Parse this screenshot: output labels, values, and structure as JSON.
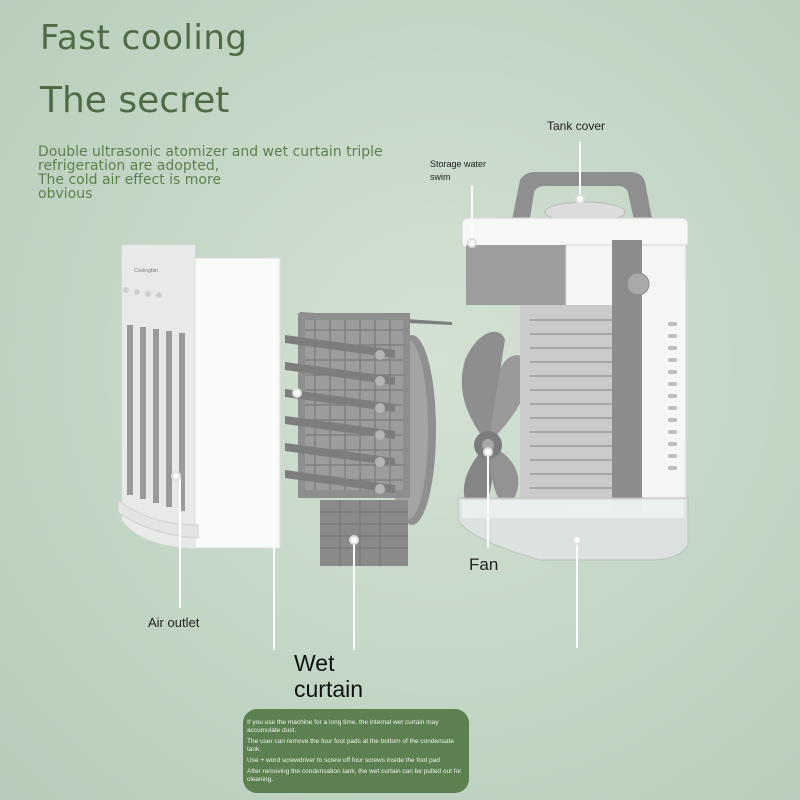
{
  "headline": {
    "line1": "Fast cooling",
    "line2": "The secret"
  },
  "description": {
    "line1": "Double ultrasonic atomizer and wet curtain triple",
    "line2": "refrigeration are adopted,",
    "line3": "The cold air effect is more",
    "line4": "obvious"
  },
  "callouts": {
    "tank_cover": "Tank cover",
    "storage_line1": "Storage water",
    "storage_line2": "swim",
    "air_outlet": "Air outlet",
    "fan": "Fan",
    "wet_line1": "Wet",
    "wet_line2": "curtain"
  },
  "note": {
    "p1": "If you use the machine for a long time, the internal wet curtain may accumulate dust.",
    "p2": "The user can remove the four foot pads at the bottom of the condensate tank.",
    "p3": "Use + word screwdriver to screw off four screws inside the foot pad",
    "p4": "After removing the condensation tank, the wet curtain can be pulled out for cleaning."
  },
  "panel_labels": {
    "brand": "Coolingfan"
  },
  "colors": {
    "background": "#c9d9c9",
    "accent_text": "#4e6b45",
    "note_box": "#5d8050",
    "device_white": "#f4f4f4",
    "device_gray": "#8d8d8d"
  }
}
